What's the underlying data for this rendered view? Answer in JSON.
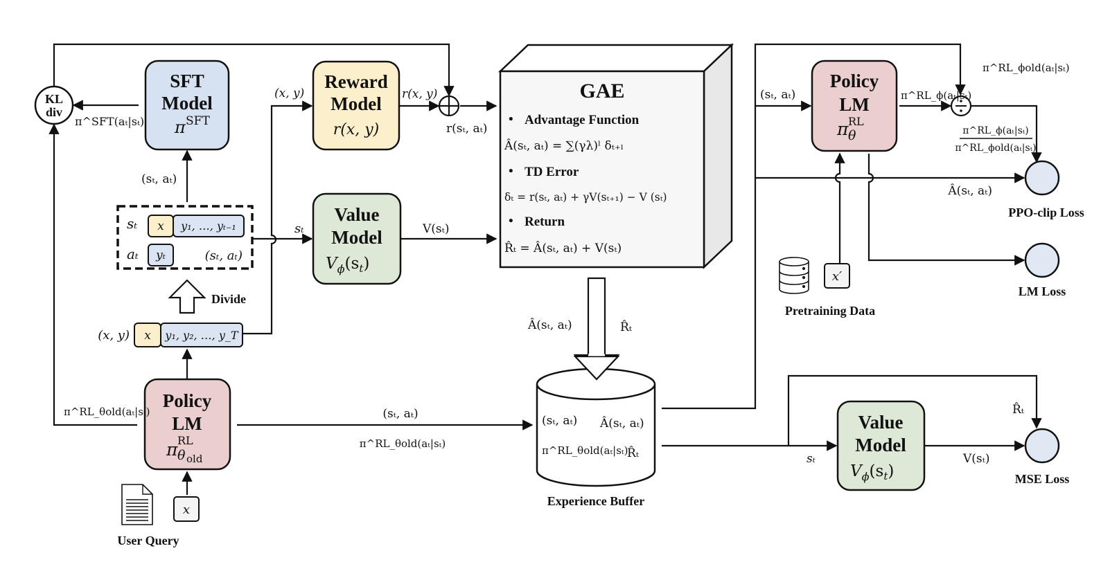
{
  "colors": {
    "sft": "#d6e2f1",
    "reward": "#fbefcc",
    "value": "#dde9d6",
    "policy": "#ebcece",
    "token_x": "#fbefcc",
    "token_y": "#dae4f2",
    "loss": "#e0e8f4",
    "gae_front": "#f7f7f7",
    "gae_side": "#e8e8e8"
  },
  "kl": {
    "line1": "KL",
    "line2": "div"
  },
  "sft_model": {
    "line1": "SFT",
    "line2": "Model",
    "symbol": "π",
    "sup": "SFT"
  },
  "reward_model": {
    "line1": "Reward",
    "line2": "Model",
    "formula": "r(x, y)"
  },
  "value_model_top": {
    "line1": "Value",
    "line2": "Model",
    "formula": "V",
    "sub": "ϕ",
    "arg": "(s",
    "argsub": "t",
    "close": ")"
  },
  "policy_old": {
    "line1": "Policy",
    "line2": "LM",
    "symbol": "π",
    "sup": "RL",
    "sub": "θ",
    "subsub": "old"
  },
  "policy_new": {
    "line1": "Policy",
    "line2": "LM",
    "symbol": "π",
    "sup": "RL",
    "sub": "θ"
  },
  "value_model_bottom": {
    "line1": "Value",
    "line2": "Model",
    "formula": "V",
    "sub": "ϕ",
    "arg": "(s",
    "argsub": "t",
    "close": ")"
  },
  "gae": {
    "title": "GAE",
    "bullet": "•",
    "items": [
      {
        "heading": "Advantage Function",
        "formula": "Â(sₜ, aₜ) = ∑(γλ)ˡ δₜ₊ₗ"
      },
      {
        "heading": "TD Error",
        "formula": "δₜ = r(sₜ, aₜ) + γV(sₜ₊₁) − V (sₜ)"
      },
      {
        "heading": "Return",
        "formula": "R̂ₜ = Â(sₜ, aₜ) + V(sₜ)"
      }
    ]
  },
  "divide": {
    "state_label": "sₜ",
    "action_label": "aₜ",
    "x_token": "x",
    "history_tokens": "y₁, …, yₜ₋₁",
    "action_token": "yₜ",
    "pair_label": "(sₜ, aₜ)",
    "arrow_label": "Divide"
  },
  "sequence": {
    "label": "(x, y)",
    "x_token": "x",
    "y_tokens": "y₁, y₂, …, y_T"
  },
  "user_query": {
    "token": "x",
    "label": "User Query"
  },
  "pretraining": {
    "token": "x′",
    "label": "Pretraining Data"
  },
  "buffer": {
    "label": "Experience Buffer",
    "items": [
      "(sₜ, aₜ)",
      "Â(sₜ, aₜ)",
      "π^RL_θold(aₜ|sₜ)",
      "R̂ₜ"
    ]
  },
  "losses": {
    "ppo": "PPO-clip Loss",
    "lm": "LM Loss",
    "mse": "MSE Loss"
  },
  "edge_labels": {
    "sft_to_kl": "π^SFT(aₜ|sₜ)",
    "state_action_to_sft": "(sₜ, aₜ)",
    "xy_to_reward": "(x, y)",
    "reward_out": "r(x, y)",
    "combined_reward": "r(sₜ, aₜ)",
    "st_to_value": "sₜ",
    "value_out": "V(sₜ)",
    "policy_old_to_kl": "π^RL_θold(aₜ|sₜ)",
    "to_buffer_top": "(sₜ, aₜ)",
    "to_buffer_bottom": "π^RL_θold(aₜ|sₜ)",
    "gae_adv": "Â(sₜ, aₜ)",
    "gae_return": "R̂ₜ",
    "buffer_to_policy": "(sₜ, aₜ)",
    "policy_new_out": "π^RL_ϕ(aₜ|sₜ)",
    "policy_old_ratio_in": "π^RL_ϕold(aₜ|sₜ)",
    "ratio_num": "π^RL_ϕ(aₜ|sₜ)",
    "ratio_den": "π^RL_ϕold(aₜ|sₜ)",
    "adv_to_ppo": "Â(sₜ, aₜ)",
    "return_to_mse": "R̂ₜ",
    "st_to_value_bottom": "sₜ",
    "value_bottom_out": "V(sₜ)"
  }
}
